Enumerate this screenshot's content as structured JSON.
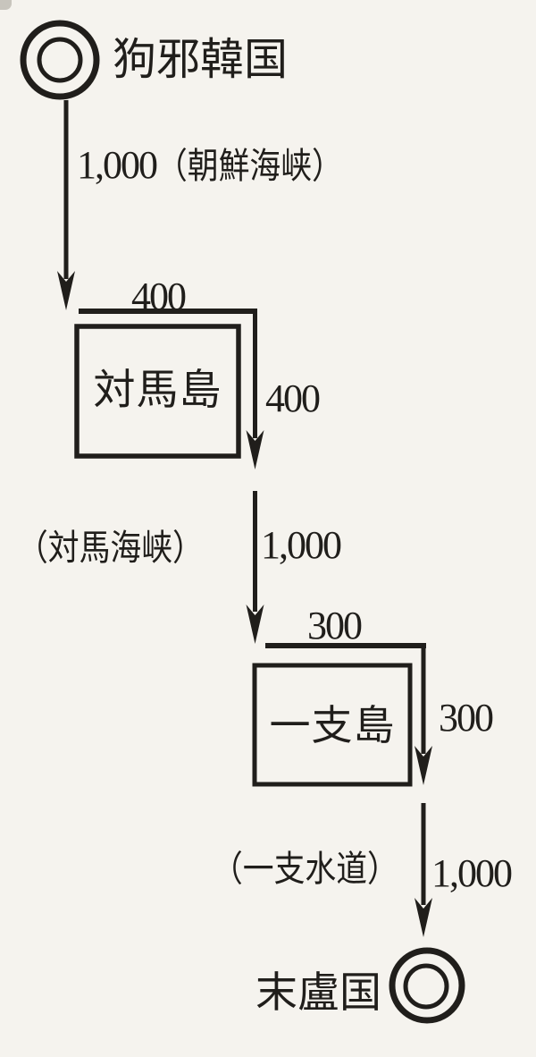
{
  "colors": {
    "ink": "#201e1b",
    "paper": "#f5f3ee"
  },
  "route": {
    "start": "狗邪韓国",
    "end": "末盧国",
    "stops": [
      "対馬島",
      "一支島"
    ],
    "segments": [
      {
        "from": "狗邪韓国",
        "to": "対馬島",
        "distance": "1,000",
        "via": "朝鮮海峡"
      },
      {
        "along": "対馬島",
        "top_distance": "400",
        "side_distance": "400"
      },
      {
        "from": "対馬島",
        "to": "一支島",
        "distance": "1,000",
        "via": "対馬海峡"
      },
      {
        "along": "一支島",
        "top_distance": "300",
        "side_distance": "300"
      },
      {
        "from": "一支島",
        "to": "末盧国",
        "distance": "1,000",
        "via": "一支水道"
      }
    ]
  },
  "labels": {
    "start_node": "狗邪韓国",
    "leg1_distance": "1,000",
    "leg1_strait": "（朝鮮海峡）",
    "tsushima_top_distance": "400",
    "tsushima_name": "対馬島",
    "tsushima_side_distance": "400",
    "leg2_distance": "1,000",
    "leg2_strait": "（対馬海峡）",
    "iki_top_distance": "300",
    "iki_name": "一支島",
    "iki_side_distance": "300",
    "leg3_strait": "（一支水道）",
    "leg3_distance": "1,000",
    "end_node": "末盧国"
  }
}
